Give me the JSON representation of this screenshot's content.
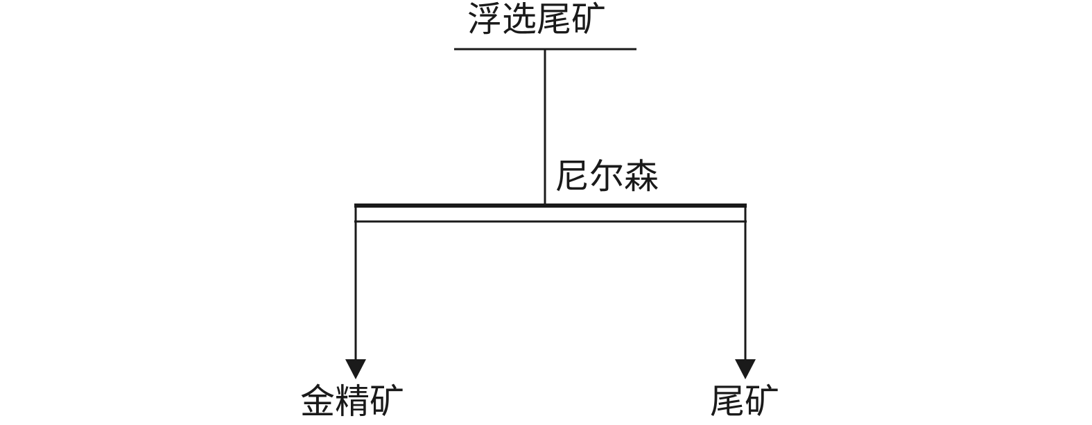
{
  "diagram": {
    "feed": {
      "label": "浮选尾矿"
    },
    "separator": {
      "label": "尼尔森"
    },
    "outputs": [
      {
        "label": "金精矿"
      },
      {
        "label": "尾矿"
      }
    ],
    "colors": {
      "line": "#1a1a1a",
      "background": "#ffffff"
    }
  }
}
